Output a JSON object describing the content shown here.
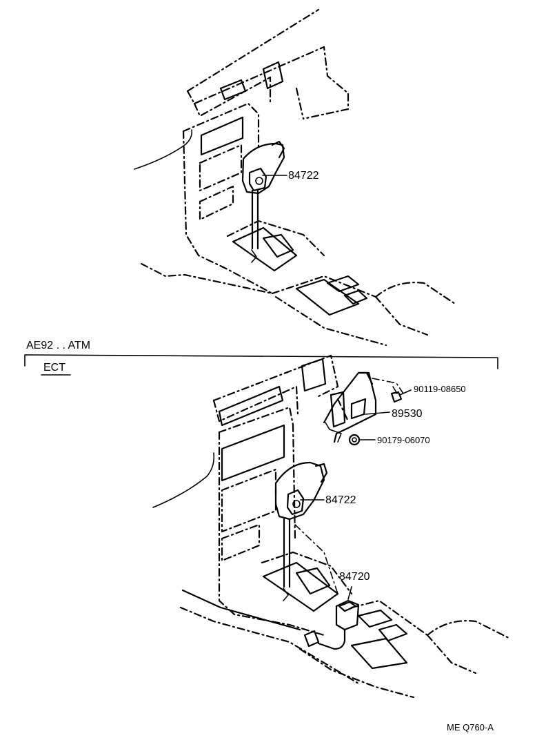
{
  "section_header": {
    "model": "AE92 . . ATM",
    "variant": "ECT"
  },
  "upper_view": {
    "callouts": [
      {
        "id": "knob-upper",
        "part_number": "84722"
      }
    ]
  },
  "lower_view": {
    "callouts": [
      {
        "id": "screw",
        "part_number": "90119-08650"
      },
      {
        "id": "bracket",
        "part_number": "89530"
      },
      {
        "id": "nut",
        "part_number": "90179-06070"
      },
      {
        "id": "knob-lower",
        "part_number": "84722"
      },
      {
        "id": "switch",
        "part_number": "84720"
      }
    ]
  },
  "footer": {
    "figure_code": "ME  Q760-A"
  }
}
